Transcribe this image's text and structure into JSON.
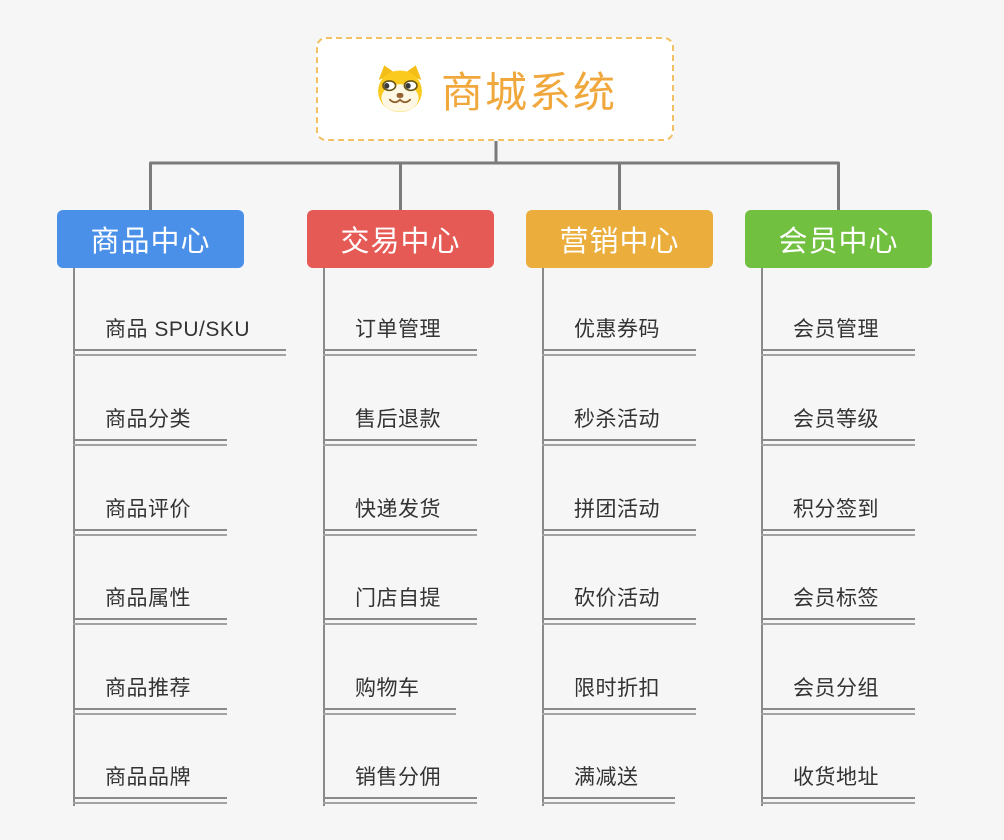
{
  "root": {
    "label": "商城系统",
    "icon": "dog-face-icon"
  },
  "branches": [
    {
      "label": "商品中心",
      "color": "#4A90E8",
      "items": [
        "商品 SPU/SKU",
        "商品分类",
        "商品评价",
        "商品属性",
        "商品推荐",
        "商品品牌"
      ]
    },
    {
      "label": "交易中心",
      "color": "#E65A56",
      "items": [
        "订单管理",
        "售后退款",
        "快递发货",
        "门店自提",
        "购物车",
        "销售分佣"
      ]
    },
    {
      "label": "营销中心",
      "color": "#EBAE3D",
      "items": [
        "优惠券码",
        "秒杀活动",
        "拼团活动",
        "砍价活动",
        "限时折扣",
        "满减送"
      ]
    },
    {
      "label": "会员中心",
      "color": "#72C040",
      "items": [
        "会员管理",
        "会员等级",
        "积分签到",
        "会员标签",
        "会员分组",
        "收货地址"
      ]
    }
  ],
  "palette": {
    "background": "#F6F6F7",
    "root_text": "#F0A73C",
    "root_border": "#F3C163",
    "branch_text": "#FFFFFF",
    "connector_line": "#7B7B7B",
    "leaf_line": "#8A8A8A",
    "leaf_text": "#333333"
  }
}
